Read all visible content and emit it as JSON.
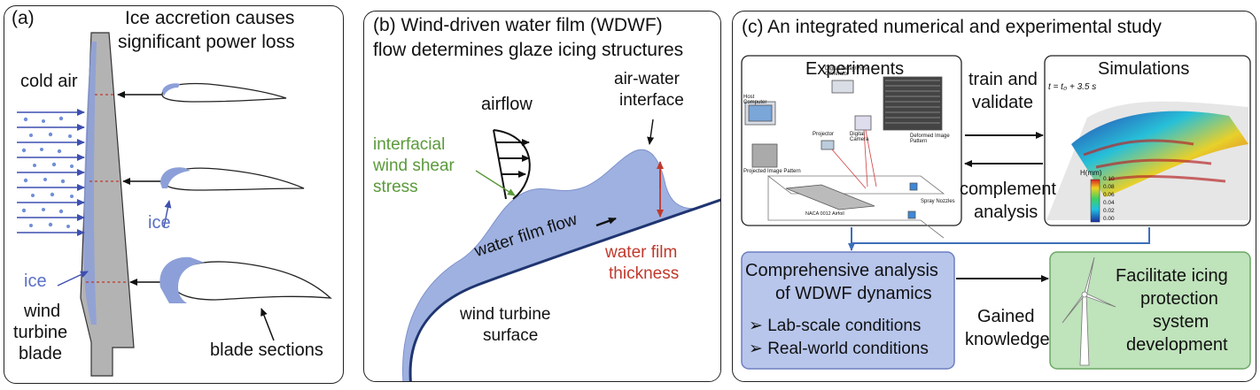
{
  "panel_a": {
    "label": "(a)",
    "title_line1": "Ice accretion causes",
    "title_line2": "significant power loss",
    "cold_air": "cold air",
    "ice_left": "ice",
    "ice_right": "ice",
    "blade_line1": "wind",
    "blade_line2": "turbine",
    "blade_line3": "blade",
    "sections": "blade sections"
  },
  "panel_b": {
    "label_title_line1": "(b) Wind-driven water film (WDWF)",
    "title_line2": "flow determines glaze icing structures",
    "airflow": "airflow",
    "interface_line1": "air-water",
    "interface_line2": "interface",
    "shear_line1": "interfacial",
    "shear_line2": "wind shear",
    "shear_line3": "stress",
    "film_flow": "water film flow",
    "thickness_line1": "water film",
    "thickness_line2": "thickness",
    "surface_line1": "wind turbine",
    "surface_line2": "surface"
  },
  "panel_c": {
    "title": "(c) An integrated numerical and experimental study",
    "experiments": "Experiments",
    "simulations": "Simulations",
    "train_line1": "train and",
    "train_line2": "validate",
    "complement_line1": "complement",
    "complement_line2": "analysis",
    "sim_time": "t = t₀ + 3.5 s",
    "colorbar_title": "H(mm)",
    "colorbar_ticks": [
      "0.10",
      "0.08",
      "0.06",
      "0.04",
      "0.02",
      "0.00"
    ],
    "exp_labels": {
      "host": "Host Computer",
      "delay": "Digital Delay/Pulse Generator",
      "projector": "Projector",
      "camera": "Digital Camera",
      "deformed": "Deformed Image Pattern",
      "projected": "Projected Image Pattern",
      "nozzles": "Spray Nozzles",
      "airfoil": "NACA 0012 Airfoil"
    },
    "analysis_line1": "Comprehensive analysis",
    "analysis_line2": "of WDWF dynamics",
    "bullet1": "➢  Lab-scale conditions",
    "bullet2": "➢  Real-world conditions",
    "gained_line1": "Gained",
    "gained_line2": "knowledge",
    "facilitate_line1": "Facilitate icing",
    "facilitate_line2": "protection",
    "facilitate_line3": "system",
    "facilitate_line4": "development"
  },
  "colors": {
    "ice": "#8c9fd8",
    "blade": "#b3b3b3",
    "arrow_blue": "#3d4fb0",
    "film": "#9fb1e0",
    "surface": "#1f3570",
    "green_text": "#5a9a3a",
    "red_text": "#c0392b",
    "analysis_fill": "#b8c6ec",
    "facilitate_fill": "#bfe3bb"
  }
}
